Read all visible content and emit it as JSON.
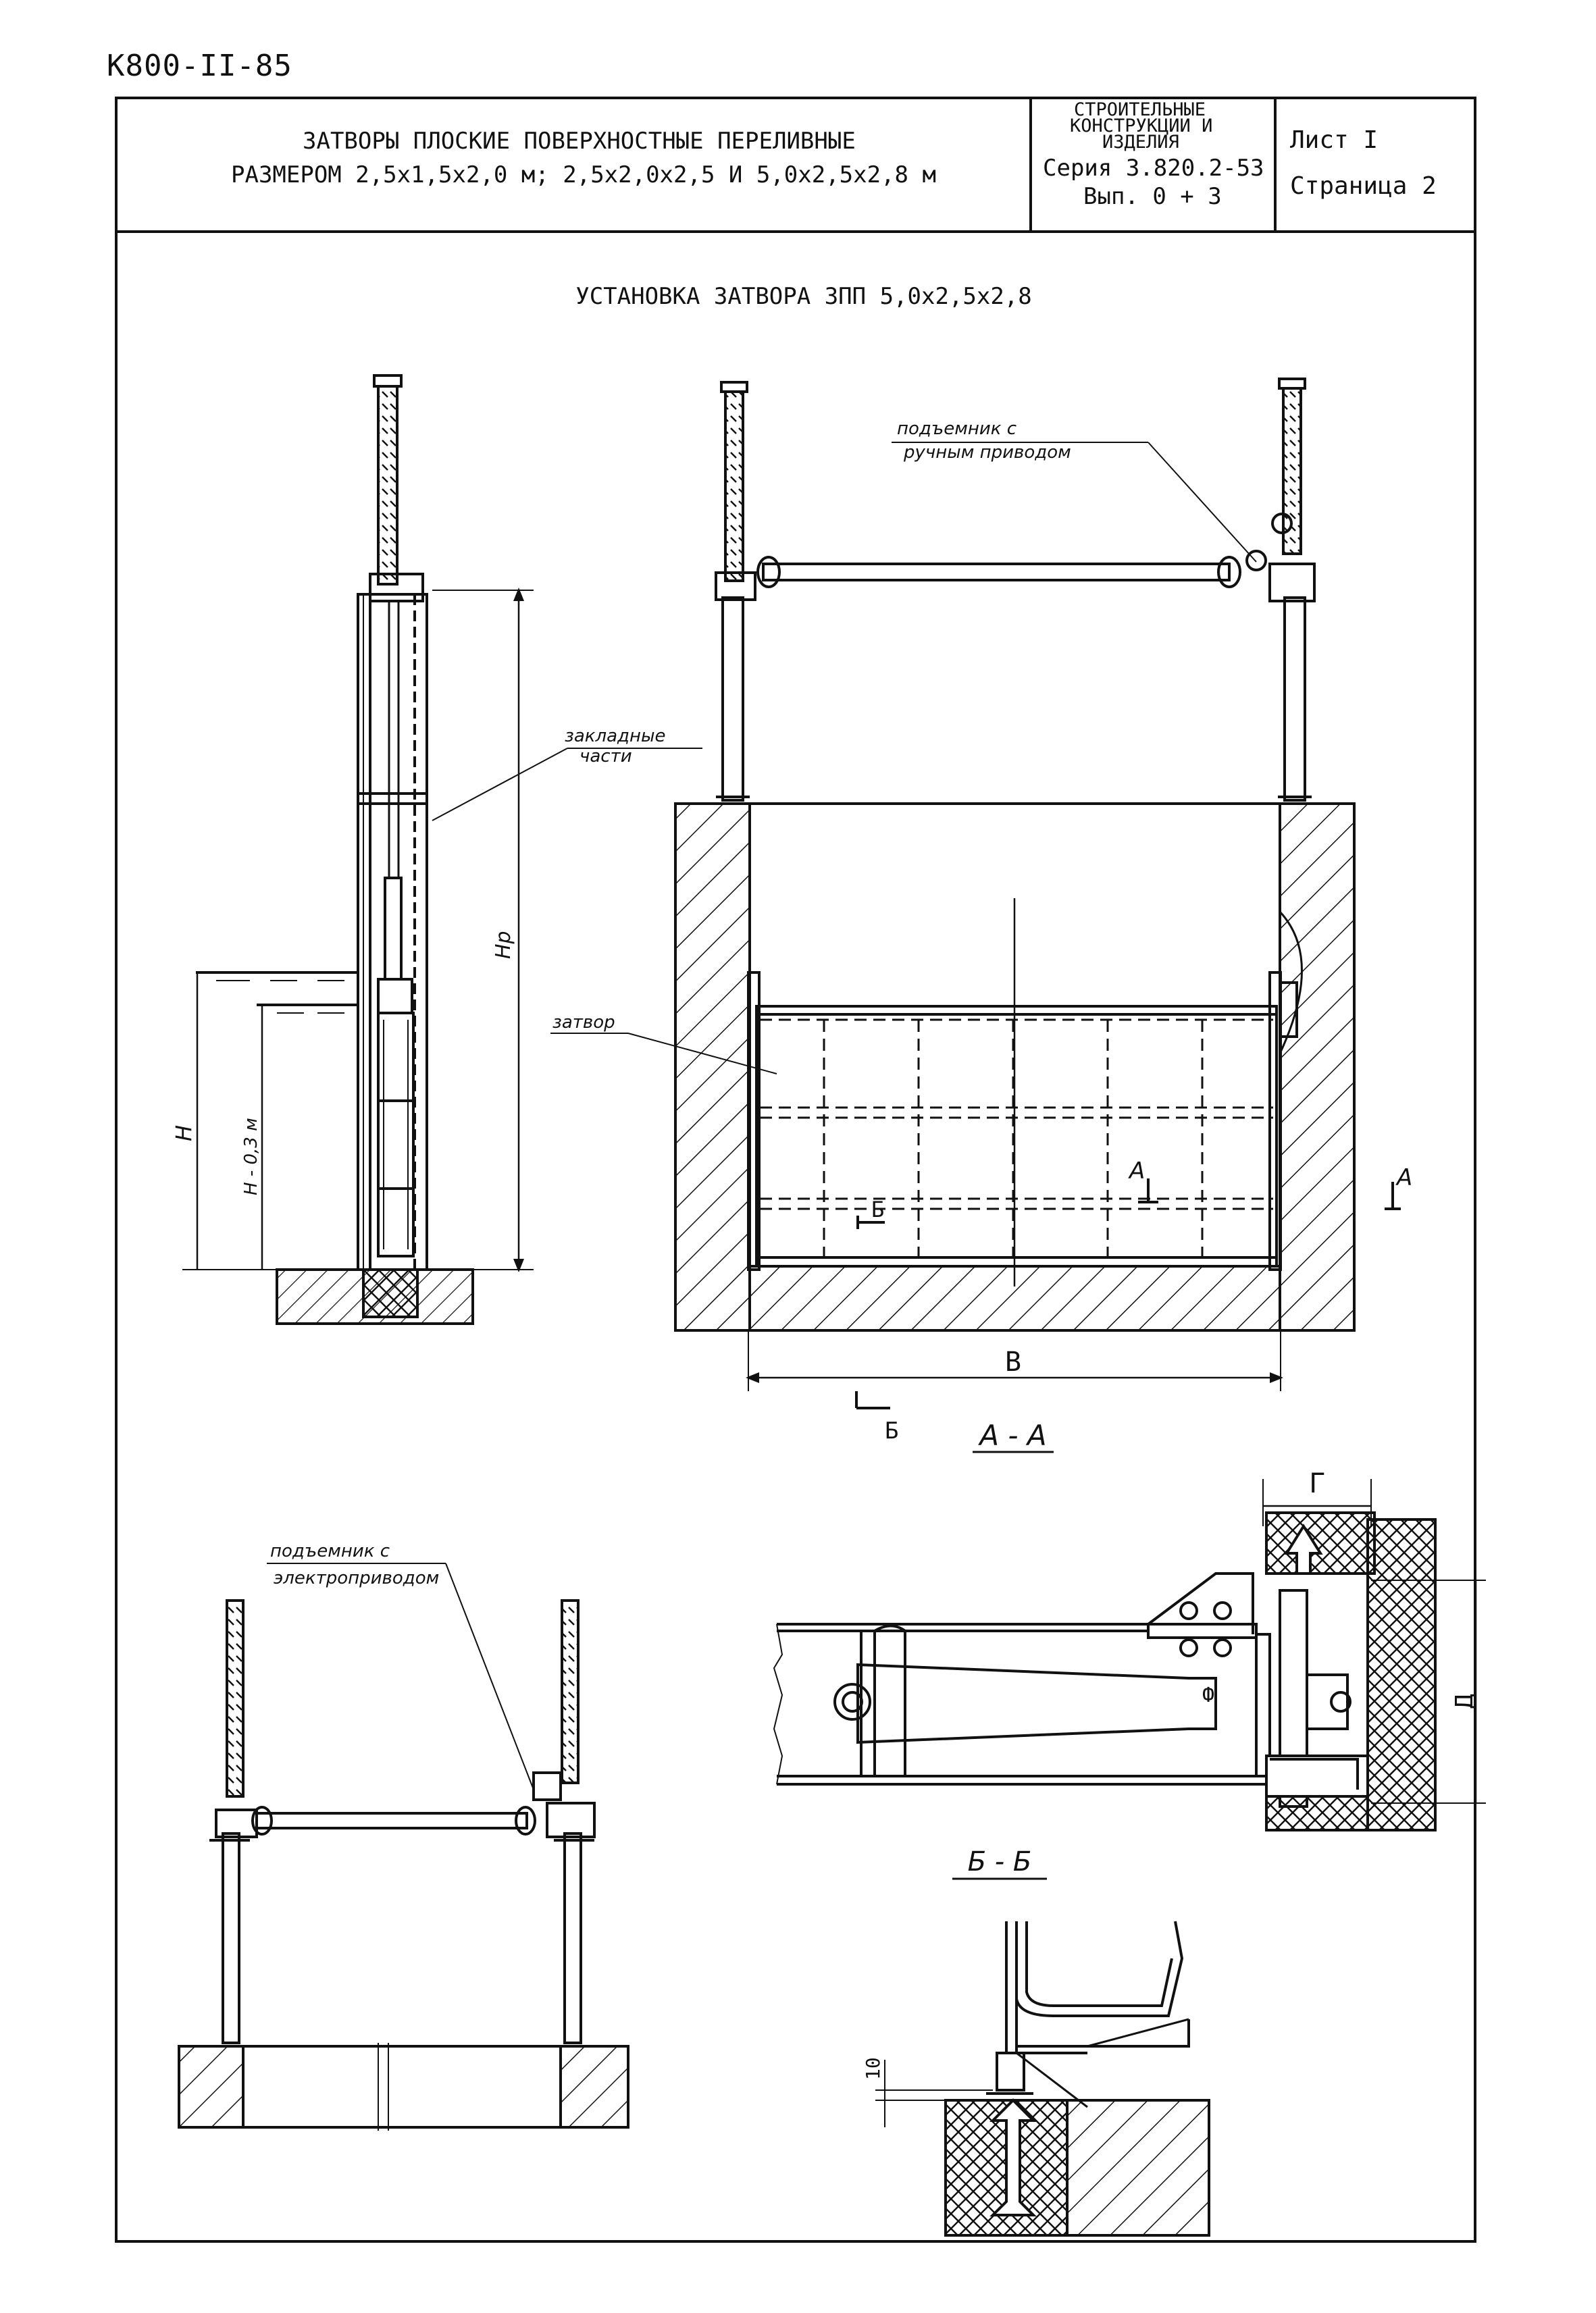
{
  "document_code": "К800-II-85",
  "title_block": {
    "title_line1": "ЗАТВОРЫ ПЛОСКИЕ ПОВЕРХНОСТНЫЕ ПЕРЕЛИВНЫЕ",
    "title_line2": "РАЗМЕРОМ 2,5х1,5х2,0 м; 2,5х2,0х2,5 И 5,0х2,5х2,8 м",
    "series_line1": "СТРОИТЕЛЬНЫЕ",
    "series_line2": "КОНСТРУКЦИИ И",
    "series_line3": "ИЗДЕЛИЯ",
    "series_line4": "Серия 3.820.2-53",
    "series_line5": "Вып. 0 + 3",
    "sheet": "Лист I",
    "page": "Страница 2"
  },
  "drawing": {
    "heading": "УСТАНОВКА ЗАТВОРА ЗПП 5,0х2,5х2,8",
    "labels": {
      "lifter_manual_1": "подъемник с",
      "lifter_manual_2": "ручным приводом",
      "embedded_1": "закладные",
      "embedded_2": "части",
      "gate": "затвор",
      "lifter_electric_1": "подъемник с",
      "lifter_electric_2": "электроприводом"
    },
    "dimensions": {
      "Hp": "Hр",
      "H": "H",
      "H_minus": "H - 0,3 м",
      "B": "В",
      "G": "Г",
      "D": "Д",
      "ten": "10",
      "F": "Ф"
    },
    "section_marks": {
      "A": "А",
      "B": "Б",
      "section_AA": "А - А",
      "section_BB": "Б - Б"
    }
  }
}
